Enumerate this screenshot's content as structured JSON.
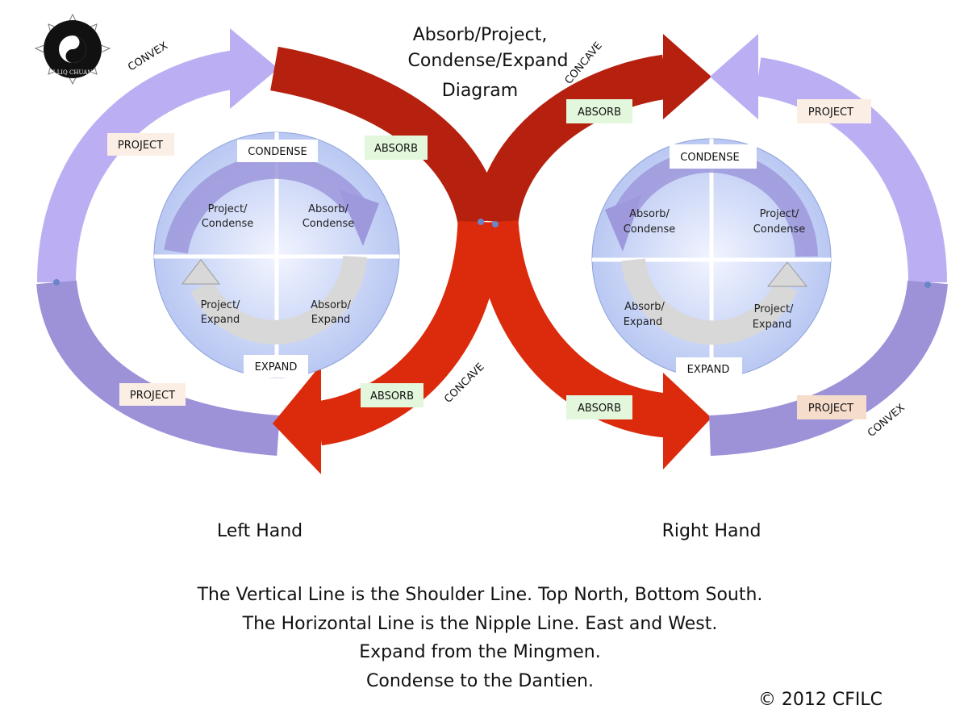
{
  "title": [
    "Absorb/Project,",
    "Condense/Expand",
    "Diagram"
  ],
  "logo": {
    "text": "I LIQ CHUAN"
  },
  "left": {
    "hand_label": "Left Hand",
    "convex": "CONVEX",
    "concave": "CONCAVE",
    "project_top": "PROJECT",
    "project_bottom": "PROJECT",
    "absorb_top": "ABSORB",
    "absorb_bottom": "ABSORB",
    "condense": "CONDENSE",
    "expand": "EXPAND",
    "quadrants": {
      "tl": [
        "Project/",
        "Condense"
      ],
      "tr": [
        "Absorb/",
        "Condense"
      ],
      "bl": [
        "Project/",
        "Expand"
      ],
      "br": [
        "Absorb/",
        "Expand"
      ]
    }
  },
  "right": {
    "hand_label": "Right Hand",
    "convex": "CONVEX",
    "concave": "CONCAVE",
    "project_top": "PROJECT",
    "project_bottom": "PROJECT",
    "absorb_top": "ABSORB",
    "absorb_bottom": "ABSORB",
    "condense": "CONDENSE",
    "expand": "EXPAND",
    "quadrants": {
      "tl": [
        "Absorb/",
        "Condense"
      ],
      "tr": [
        "Project/",
        "Condense"
      ],
      "bl": [
        "Absorb/",
        "Expand"
      ],
      "br": [
        "Project/",
        "Expand"
      ]
    }
  },
  "caption": [
    "The Vertical Line is the Shoulder Line. Top North, Bottom South.",
    "The Horizontal Line is the Nipple Line. East and West.",
    "Expand from the Mingmen.",
    "Condense to the Dantien."
  ],
  "copyright": "© 2012 CFILC",
  "colors": {
    "red_dark": "#b5200f",
    "red": "#dc2a0c",
    "purple_light": "#bcaef3",
    "purple": "#9d91d8",
    "absorb_bg": "#e3f7dc",
    "project_bg": "#fbeee4",
    "circle": "#c9d6f7"
  }
}
